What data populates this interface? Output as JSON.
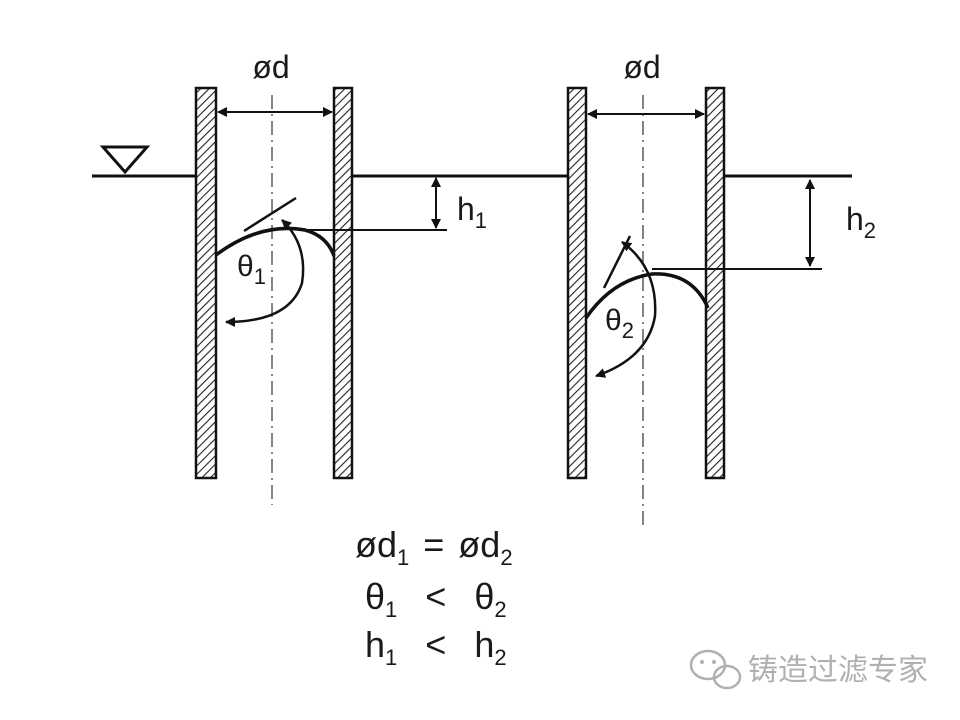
{
  "left_tube": {
    "diameter_label": "ød",
    "height_label": {
      "main": "h",
      "sub": "1"
    },
    "angle_label": {
      "main": "θ",
      "sub": "1"
    }
  },
  "right_tube": {
    "diameter_label": "ød",
    "height_label": {
      "main": "h",
      "sub": "2"
    },
    "angle_label": {
      "main": "θ",
      "sub": "2"
    }
  },
  "equations": {
    "line1": {
      "a": "ød",
      "a_sub": "1",
      "op": "=",
      "b": "ød",
      "b_sub": "2"
    },
    "line2": {
      "a": "θ",
      "a_sub": "1",
      "op": "<",
      "b": "θ",
      "b_sub": "2"
    },
    "line3": {
      "a": "h",
      "a_sub": "1",
      "op": "<",
      "b": "h",
      "b_sub": "2"
    }
  },
  "watermark": {
    "text": "铸造过滤专家"
  }
}
